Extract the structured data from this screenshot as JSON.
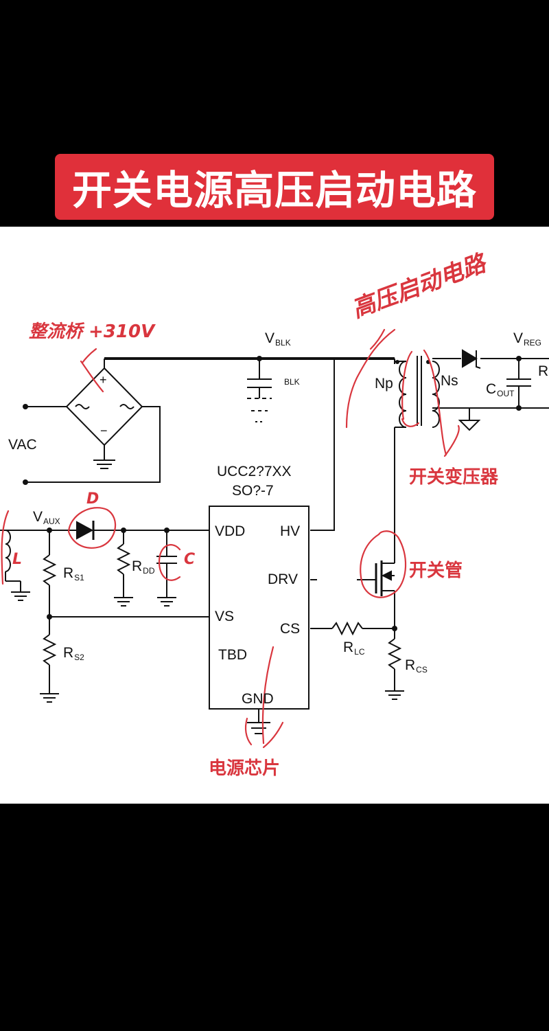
{
  "title": "开关电源高压启动电路",
  "colors": {
    "banner": "#e0303a",
    "annotation": "#d9363e",
    "wire": "#111111"
  },
  "labels": {
    "v_blk": "V",
    "v_blk_sub": "BLK",
    "blk": "BLK",
    "v_reg": "V",
    "v_reg_sub": "REG",
    "r_edge": "R",
    "np": "Np",
    "ns": "Ns",
    "c_out": "C",
    "c_out_sub": "OUT",
    "vac": "VAC",
    "chip_line1": "UCC2?7XX",
    "chip_line2": "SO?-7",
    "v_aux": "V",
    "v_aux_sub": "AUX",
    "r_s1": "R",
    "r_s1_sub": "S1",
    "r_dd": "R",
    "r_dd_sub": "DD",
    "r_s2": "R",
    "r_s2_sub": "S2",
    "r_lc": "R",
    "r_lc_sub": "LC",
    "r_cs": "R",
    "r_cs_sub": "CS",
    "plus": "+",
    "minus": "−"
  },
  "pins": {
    "vdd": "VDD",
    "hv": "HV",
    "drv": "DRV",
    "vs": "VS",
    "cs": "CS",
    "tbd": "TBD",
    "gnd": "GND"
  },
  "annotations": {
    "rectifier": "整流桥 +310V",
    "hv_startup": "高压启动电路",
    "transformer": "开关变压器",
    "switch": "开关管",
    "chip": "电源芯片",
    "d": "D",
    "l": "L",
    "c": "C"
  }
}
